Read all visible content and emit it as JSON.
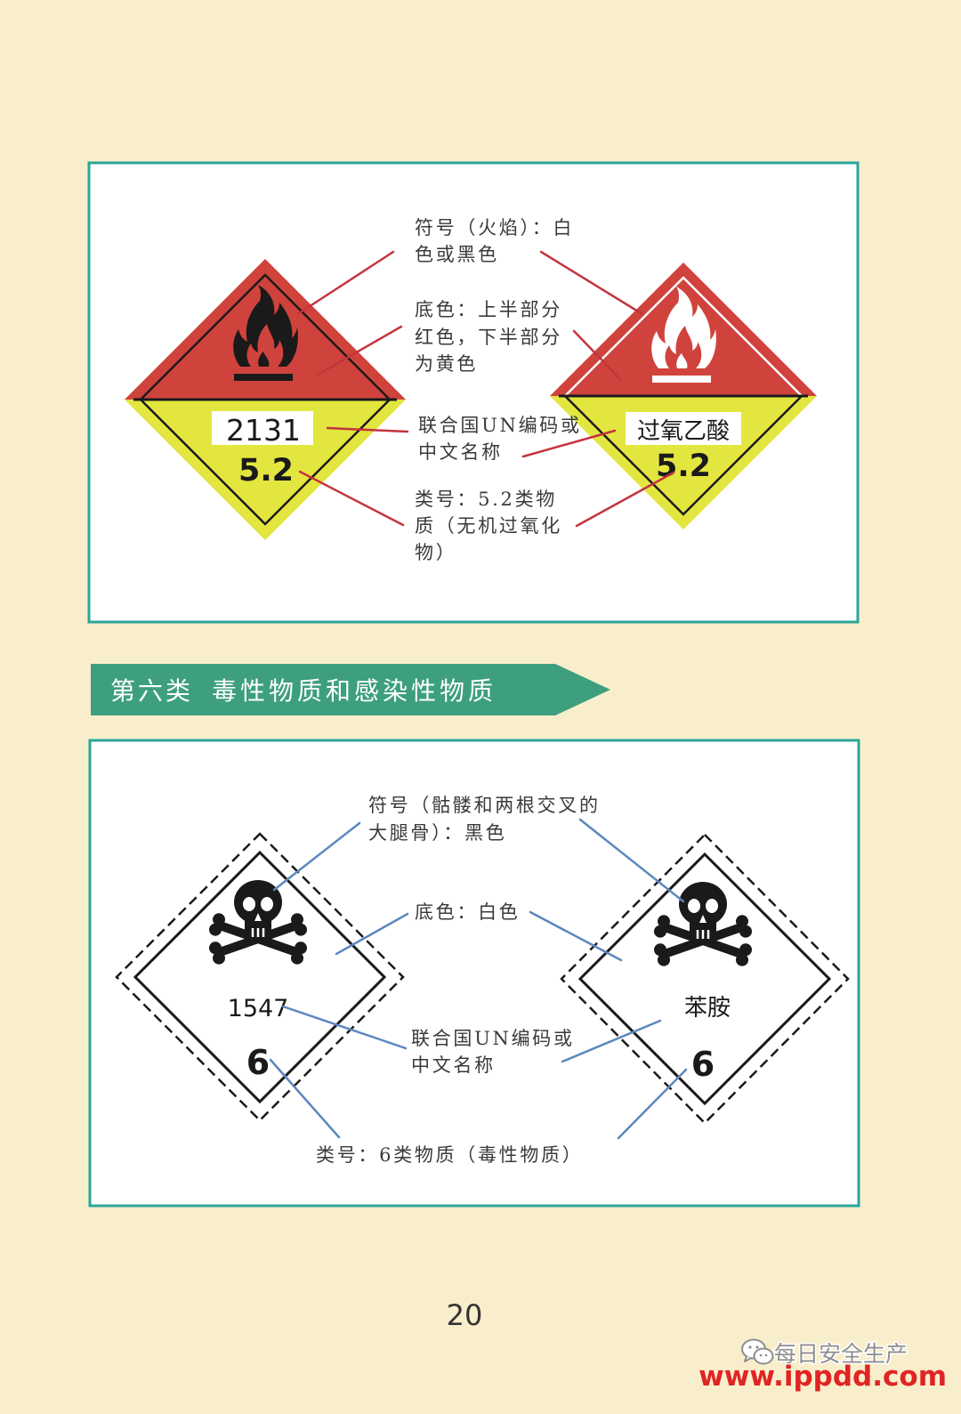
{
  "page": {
    "background_color": "#f9eecc",
    "page_number": "20"
  },
  "colors": {
    "panel_border": "#2ba598",
    "placard_red": "#d0433d",
    "placard_yellow": "#e3e63f",
    "leader_red": "#c4343e",
    "leader_blue": "#5b87bf",
    "banner_green": "#3d9f7e"
  },
  "panel_top": {
    "placard_left": {
      "symbol_icon": "flame-icon",
      "symbol_color": "#1a1a1a",
      "un_number": "2131",
      "class_number": "5.2"
    },
    "placard_right": {
      "symbol_icon": "flame-icon",
      "symbol_color": "#ffffff",
      "chinese_name": "过氧乙酸",
      "class_number": "5.2"
    },
    "annotations": [
      {
        "lines": [
          "符号（火焰）：白",
          "色或黑色"
        ]
      },
      {
        "lines": [
          "底色：上半部分",
          "红色，下半部分",
          "为黄色"
        ]
      },
      {
        "lines": [
          "联合国UN编码或",
          "中文名称"
        ]
      },
      {
        "lines": [
          "类号：5.2类物",
          "质（无机过氧化",
          "物）"
        ]
      }
    ]
  },
  "section_banner": {
    "class_label": "第六类",
    "title": "毒性物质和感染性物质"
  },
  "panel_bottom": {
    "placard_left": {
      "symbol_icon": "skull-crossbones-icon",
      "un_number": "1547",
      "class_number": "6"
    },
    "placard_right": {
      "symbol_icon": "skull-crossbones-icon",
      "chinese_name": "苯胺",
      "class_number": "6"
    },
    "annotations": [
      {
        "lines": [
          "符号（骷髅和两根交叉的",
          "大腿骨）：黑色"
        ]
      },
      {
        "lines": [
          "底色：白色"
        ]
      },
      {
        "lines": [
          "联合国UN编码或",
          "中文名称"
        ]
      },
      {
        "lines": [
          "类号：6类物质（毒性物质）"
        ]
      }
    ]
  },
  "watermark": {
    "icon": "wechat-icon",
    "account_name": "每日安全生产",
    "site_url": "www.ippdd.com"
  }
}
